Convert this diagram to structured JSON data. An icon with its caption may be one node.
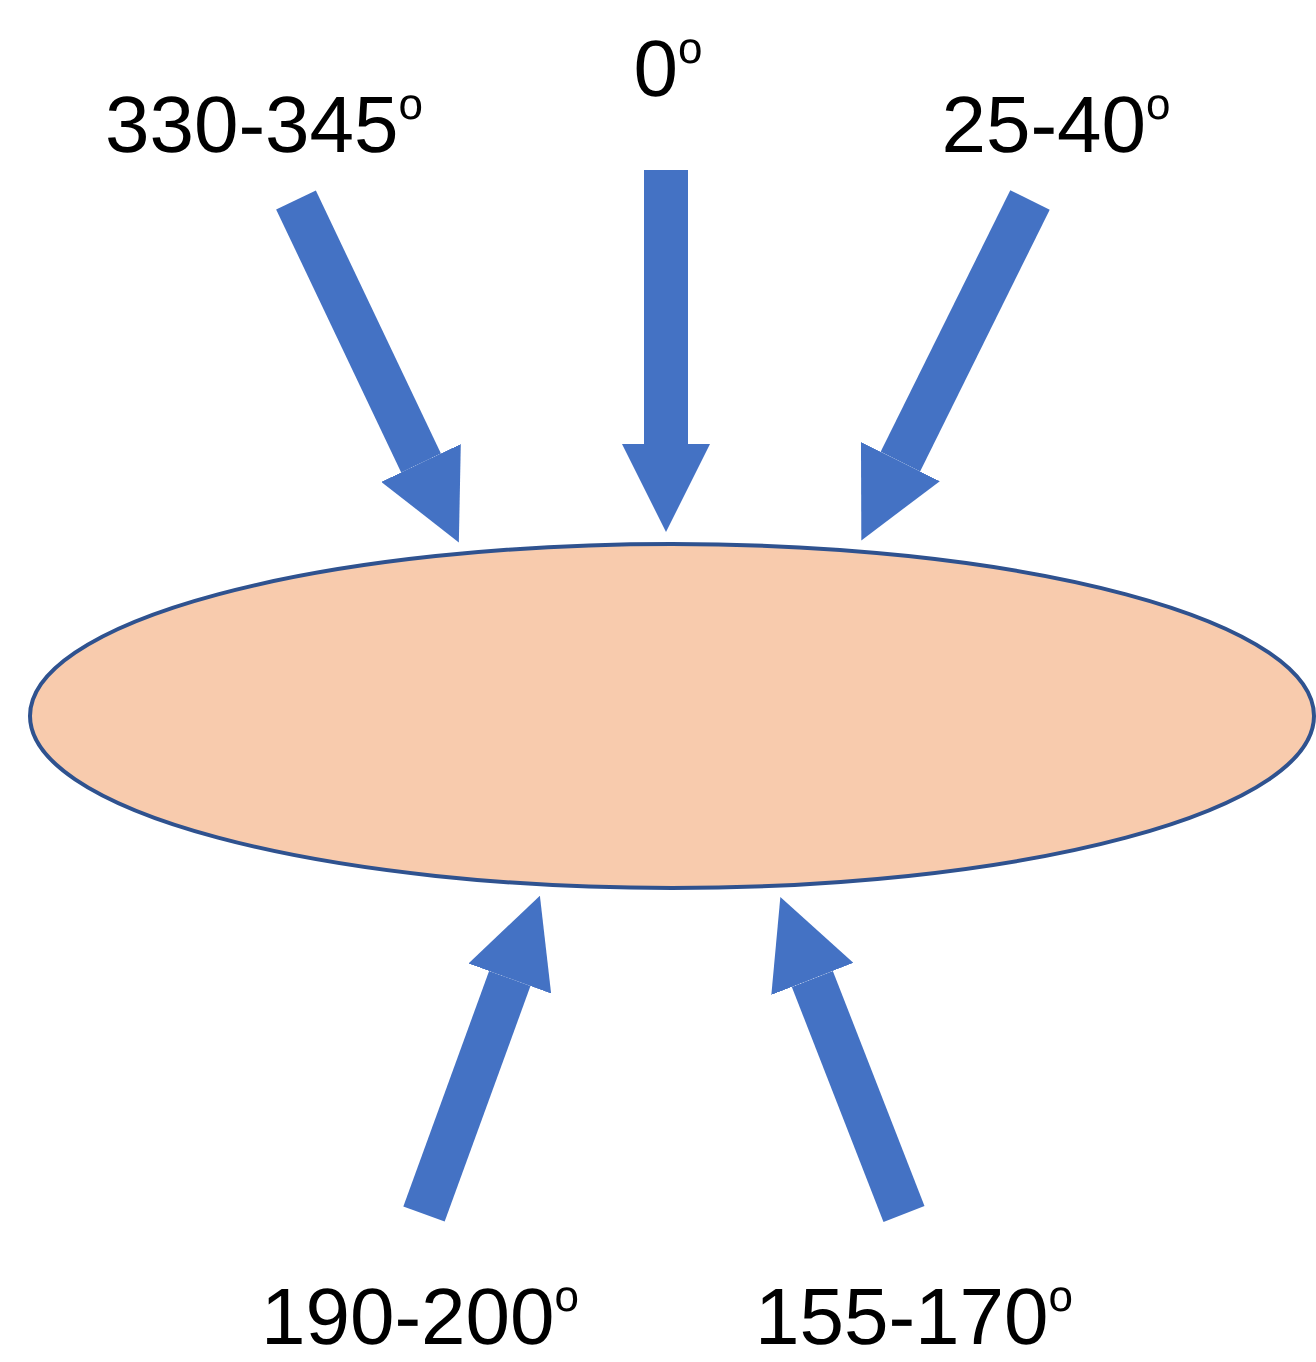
{
  "diagram": {
    "nodes": [
      {
        "text": [
          "330-345$^{o}$"
        ]
      },
      {
        "text": [
          "0$^{o}$"
        ]
      },
      {
        "text": [
          "25-40$^{o}$"
        ]
      },
      {
        "text": [],
        "shape": "ellipse"
      },
      {
        "text": [
          "190-200$^{o}$"
        ]
      },
      {
        "text": [
          "155-170$^{o}$"
        ]
      }
    ],
    "edges": [
      {
        "from": 0,
        "to": 3,
        "arrow": "to"
      },
      {
        "from": 1,
        "to": 3,
        "arrow": "to"
      },
      {
        "from": 2,
        "to": 3,
        "arrow": "to"
      },
      {
        "from": 4,
        "to": 3,
        "arrow": "to"
      },
      {
        "from": 5,
        "to": 3,
        "arrow": "to"
      }
    ]
  }
}
